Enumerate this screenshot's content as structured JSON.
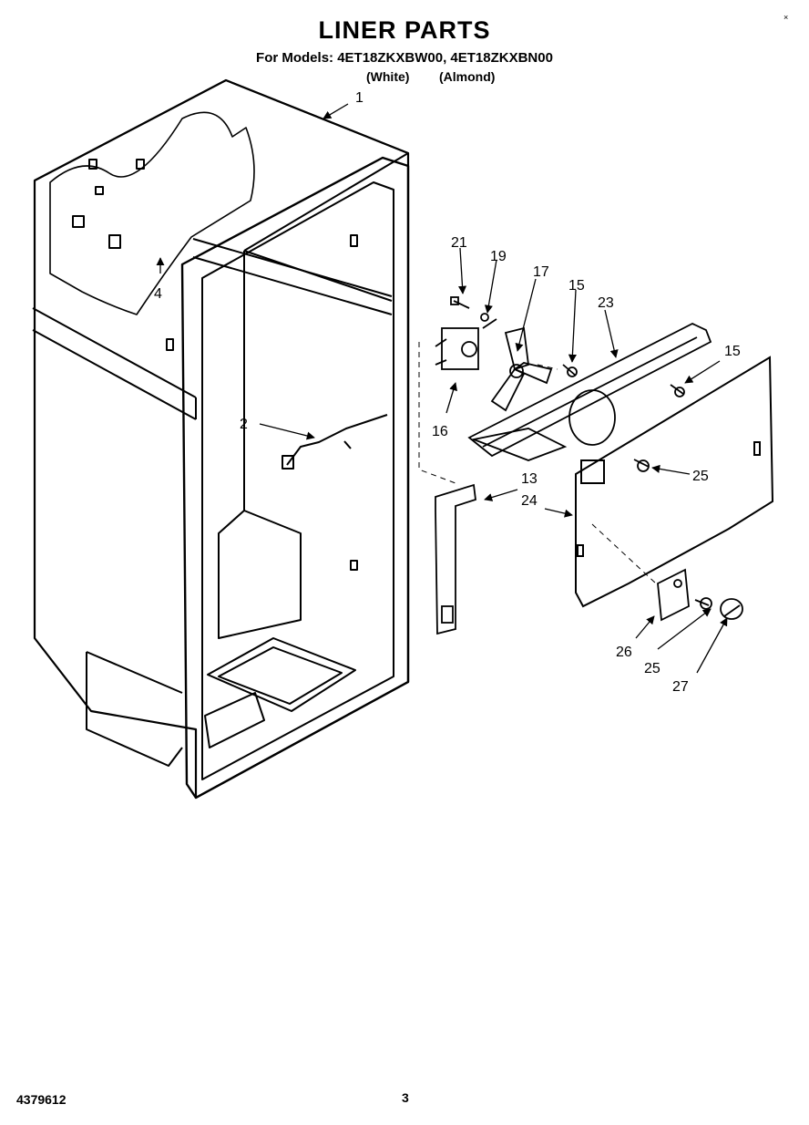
{
  "header": {
    "title": "LINER PARTS",
    "models": "For Models: 4ET18ZKXBW00, 4ET18ZKXBN00",
    "variant_white": "(White)",
    "variant_almond": "(Almond)",
    "corner_mark": "×"
  },
  "callouts": [
    "1",
    "2",
    "4",
    "13",
    "15",
    "15",
    "16",
    "17",
    "19",
    "21",
    "23",
    "24",
    "25",
    "25",
    "26",
    "27"
  ],
  "footer": {
    "part_number": "4379612",
    "page": "3"
  }
}
